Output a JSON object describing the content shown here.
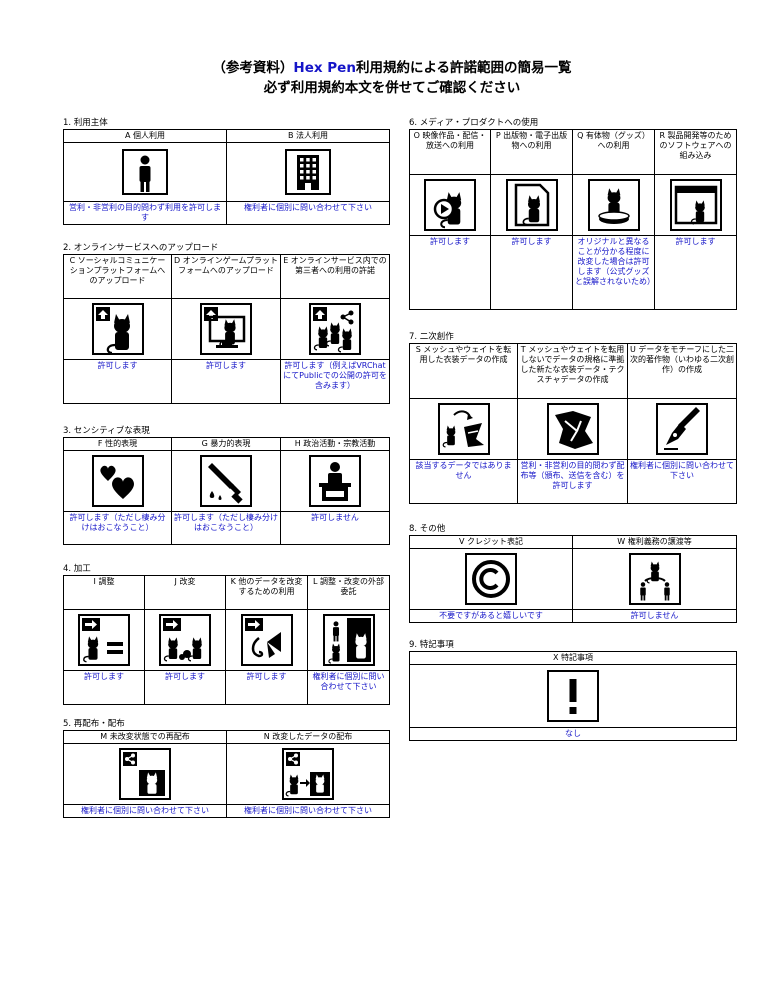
{
  "header": {
    "title_prefix": "（参考資料）",
    "title_brand": "Hex Pen",
    "title_suffix": "利用規約による許諾範囲の簡易一覧",
    "subtitle": "必ず利用規約本文を併せてご確認ください"
  },
  "sections": {
    "s1": {
      "title": "1. 利用主体",
      "items": [
        {
          "label": "A 個人利用",
          "icon": "person-icon",
          "result": "営利・非営利の目的問わず利用を許可します"
        },
        {
          "label": "B 法人利用",
          "icon": "building-icon",
          "result": "権利者に個別に問い合わせて下さい"
        }
      ]
    },
    "s2": {
      "title": "2. オンラインサービスへのアップロード",
      "items": [
        {
          "label": "C ソーシャルコミュニケーションプラットフォームへのアップロード",
          "icon": "upload-avatar-icon",
          "result": "許可します"
        },
        {
          "label": "D オンラインゲームプラットフォームへのアップロード",
          "icon": "upload-monitor-icon",
          "result": "許可します"
        },
        {
          "label": "E オンラインサービス内での第三者への利用の許諾",
          "icon": "share-avatars-icon",
          "result": "許可します（例えばVRChatにてPublicでの公開の許可を含みます）"
        }
      ]
    },
    "s3": {
      "title": "3. センシティブな表現",
      "items": [
        {
          "label": "F 性的表現",
          "icon": "hearts-icon",
          "result": "許可します（ただし棲み分けはおこなうこと）"
        },
        {
          "label": "G 暴力的表現",
          "icon": "bloody-knife-icon",
          "result": "許可します（ただし棲み分けはおこなうこと）"
        },
        {
          "label": "H 政治活動・宗教活動",
          "icon": "podium-speaker-icon",
          "result": "許可しません"
        }
      ]
    },
    "s4": {
      "title": "4. 加工",
      "items": [
        {
          "label": "I 調整",
          "icon": "adjust-equals-icon",
          "result": "許可します"
        },
        {
          "label": "J 改変",
          "icon": "modify-icon",
          "result": "許可します"
        },
        {
          "label": "K 他のデータを改変するための利用",
          "icon": "ribbon-icon",
          "result": "許可します"
        },
        {
          "label": "L 調整・改変の外部委託",
          "icon": "outsource-icon",
          "result": "権利者に個別に問い合わせて下さい"
        }
      ]
    },
    "s5": {
      "title": "5. 再配布・配布",
      "items": [
        {
          "label": "M 未改変状態での再配布",
          "icon": "redistribute-icon",
          "result": "権利者に個別に問い合わせて下さい"
        },
        {
          "label": "N 改変したデータの配布",
          "icon": "distribute-modified-icon",
          "result": "権利者に個別に問い合わせて下さい"
        }
      ]
    },
    "s6": {
      "title": "6. メディア・プロダクトへの使用",
      "items": [
        {
          "label": "O 映像作品・配信・放送への利用",
          "icon": "video-play-icon",
          "result": "許可します"
        },
        {
          "label": "P 出版物・電子出版物への利用",
          "icon": "document-icon",
          "result": "許可します"
        },
        {
          "label": "Q 有体物（グッズ）への利用",
          "icon": "figure-goods-icon",
          "result": "オリジナルと異なることが分かる程度に改変した場合は許可します（公式グッズと誤解されないため）"
        },
        {
          "label": "R 製品開発等のためのソフトウェアへの組み込み",
          "icon": "software-window-icon",
          "result": "許可します"
        }
      ]
    },
    "s7": {
      "title": "7. 二次創作",
      "items": [
        {
          "label": "S メッシュやウェイトを転用した衣装データの作成",
          "icon": "cloth-transfer-icon",
          "result": "該当するデータではありません"
        },
        {
          "label": "T メッシュやウェイトを転用しないでデータの規格に準拠した新たな衣装データ・テクスチャデータの作成",
          "icon": "new-cloth-icon",
          "result": "営利・非営利の目的問わず配布等（頒布、送信を含む）を許可します"
        },
        {
          "label": "U データをモチーフにした二次的著作物（いわゆる二次創作）の作成",
          "icon": "fountain-pen-icon",
          "result": "権利者に個別に問い合わせて下さい"
        }
      ]
    },
    "s8": {
      "title": "8. その他",
      "items": [
        {
          "label": "V クレジット表記",
          "icon": "copyright-icon",
          "result": "不要ですがあると嬉しいです"
        },
        {
          "label": "W 権利義務の譲渡等",
          "icon": "transfer-rights-icon",
          "result": "許可しません"
        }
      ]
    },
    "s9": {
      "title": "9. 特記事項",
      "items": [
        {
          "label": "X 特記事項",
          "icon": "exclamation-icon",
          "result": "なし"
        }
      ]
    }
  },
  "colors": {
    "accent": "#1515c8",
    "line": "#000000"
  }
}
